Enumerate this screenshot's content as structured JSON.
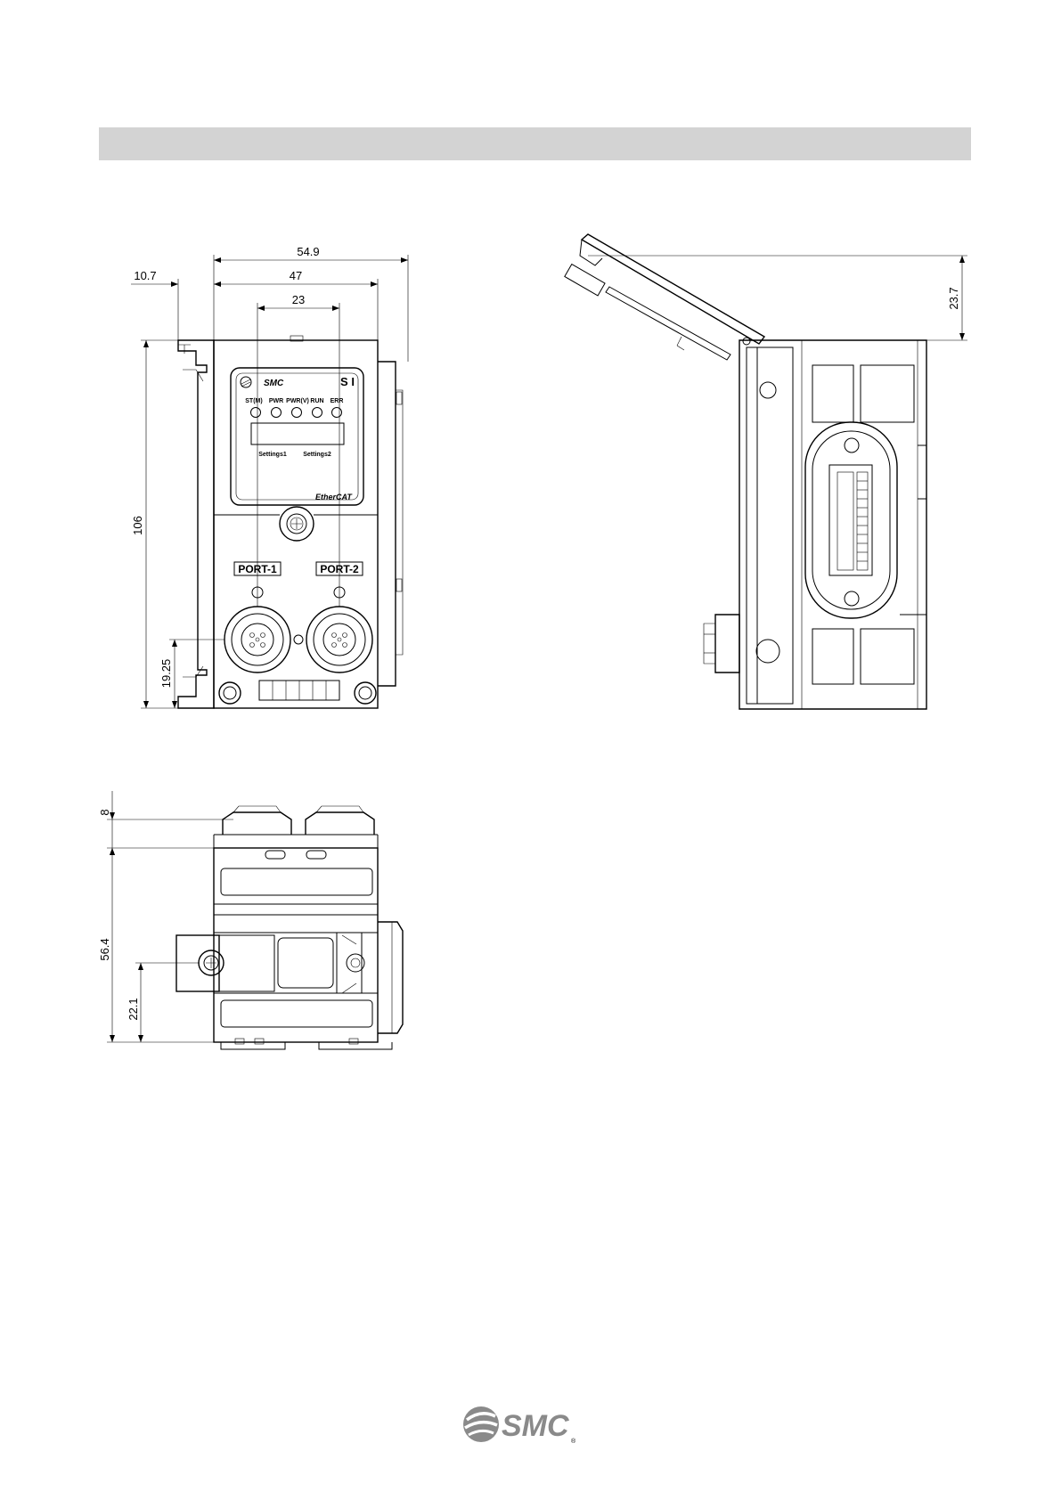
{
  "dimensions": {
    "front_total_width": "54.9",
    "front_body_width": "47",
    "front_left_offset": "10.7",
    "front_port_spacing": "23",
    "front_height": "106",
    "front_lower_height": "19.25",
    "side_cover_height": "23.7",
    "top_overall": "8",
    "top_depth": "56.4",
    "top_lower_depth": "22.1"
  },
  "front_labels": {
    "model": "S I",
    "leds": [
      "ST(M)",
      "PWR",
      "PWR(V)",
      "RUN",
      "ERR"
    ],
    "settings1": "Settings1",
    "settings2": "Settings2",
    "network_logo": "EtherCAT",
    "port1": "PORT-1",
    "port2": "PORT-2"
  },
  "footer": {
    "brand": "SMC",
    "registered": "®"
  }
}
